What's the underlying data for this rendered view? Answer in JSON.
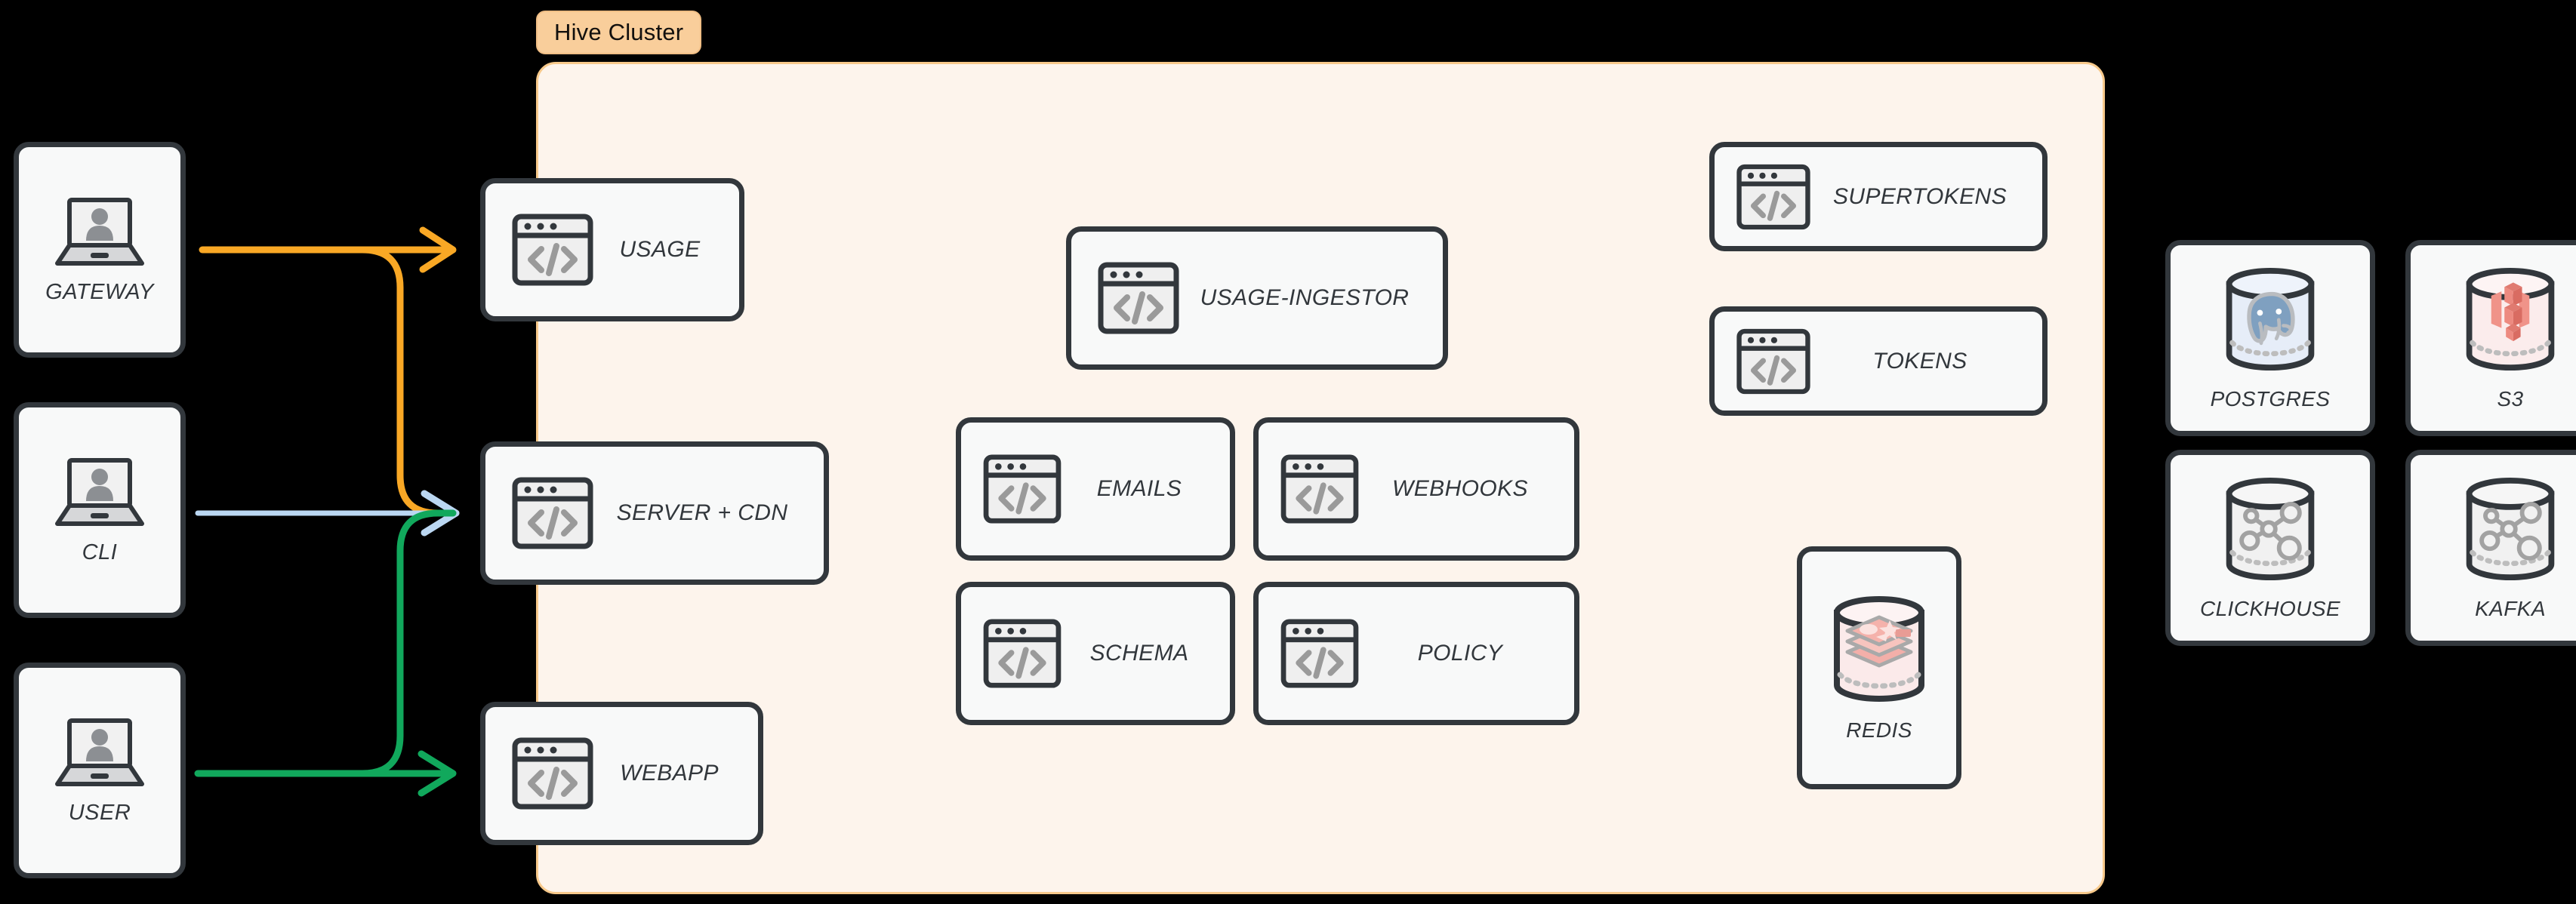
{
  "cluster": {
    "badge_label": "Hive Cluster",
    "bg_color": "#FDF4EC",
    "border_color": "#F7C98B",
    "badge_bg": "#F9CE9B"
  },
  "theme": {
    "page_bg": "#000000",
    "card_bg": "#F8F9F9",
    "card_border": "#32373C",
    "text_color": "#32373C",
    "orange_wire": "#F9A825",
    "blue_wire": "#BBD7F2",
    "green_wire": "#11A85C"
  },
  "clients": [
    {
      "label": "GATEWAY",
      "icon": "laptop-user-icon"
    },
    {
      "label": "CLI",
      "icon": "laptop-user-icon"
    },
    {
      "label": "USER",
      "icon": "laptop-user-icon"
    }
  ],
  "edge_services": [
    {
      "label": "USAGE",
      "icon": "code-window-icon"
    },
    {
      "label": "SERVER + CDN",
      "icon": "code-window-icon"
    },
    {
      "label": "WEBAPP",
      "icon": "code-window-icon"
    }
  ],
  "core_services": [
    {
      "label": "USAGE-INGESTOR",
      "icon": "code-window-icon"
    },
    {
      "label": "EMAILS",
      "icon": "code-window-icon"
    },
    {
      "label": "WEBHOOKS",
      "icon": "code-window-icon"
    },
    {
      "label": "SCHEMA",
      "icon": "code-window-icon"
    },
    {
      "label": "POLICY",
      "icon": "code-window-icon"
    }
  ],
  "auth_services": [
    {
      "label": "SUPERTOKENS",
      "icon": "code-window-icon"
    },
    {
      "label": "TOKENS",
      "icon": "code-window-icon"
    }
  ],
  "cluster_datastores": [
    {
      "label": "REDIS",
      "icon": "database-redis-icon"
    }
  ],
  "external_datastores": [
    {
      "label": "POSTGRES",
      "icon": "database-postgres-icon"
    },
    {
      "label": "S3",
      "icon": "database-s3-icon"
    },
    {
      "label": "CLICKHOUSE",
      "icon": "database-nodes-icon"
    },
    {
      "label": "KAFKA",
      "icon": "database-nodes-icon"
    }
  ],
  "connections": [
    {
      "from": "GATEWAY",
      "to": "USAGE",
      "color": "#F9A825"
    },
    {
      "from": "GATEWAY",
      "to": "SERVER + CDN",
      "color": "#F9A825"
    },
    {
      "from": "CLI",
      "to": "SERVER + CDN",
      "color": "#BBD7F2"
    },
    {
      "from": "USER",
      "to": "WEBAPP",
      "color": "#11A85C"
    },
    {
      "from": "USER",
      "to": "SERVER + CDN",
      "color": "#11A85C"
    }
  ]
}
